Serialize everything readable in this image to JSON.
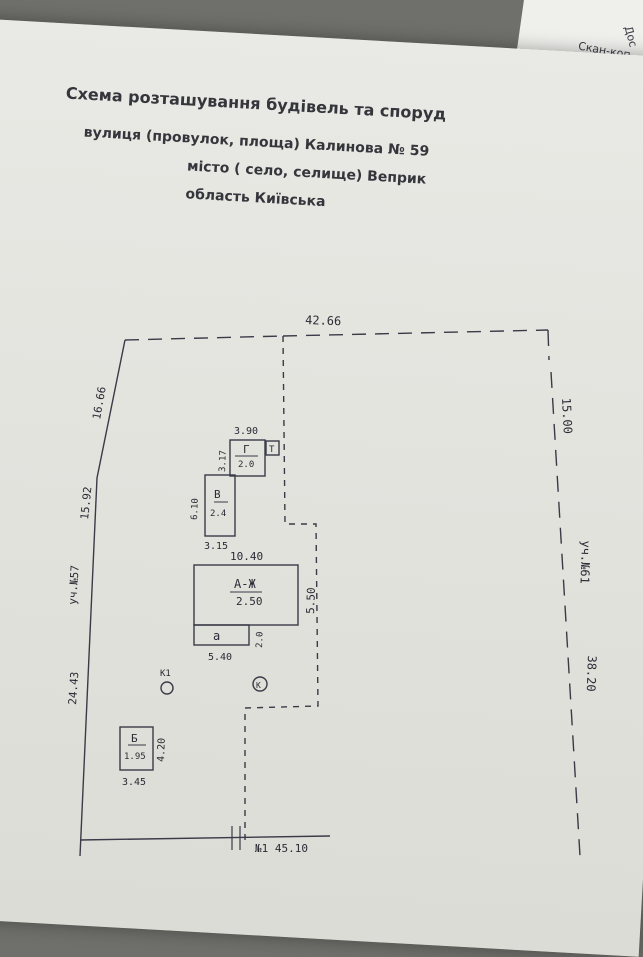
{
  "header": {
    "title": "Схема  розташування будівель та споруд",
    "street": "вулиця (провулок, площа) Калинова № 59",
    "city": "місто ( село, селище) Веприк",
    "region": "область  Київська"
  },
  "stamp": {
    "line1": "Скан-коп",
    "line2": "Дос"
  },
  "plan": {
    "boundary": {
      "top": "42.66",
      "left_upper": "16.66",
      "left_middle": "15.92",
      "left_lower": "24.43",
      "left_neighbor": "уч.№57",
      "right_upper": "15.00",
      "right_lower": "38.20",
      "right_neighbor": "уч.№61",
      "bottom": "№1  45.10"
    },
    "buildings": {
      "g": {
        "label": "Г",
        "height": "2.0",
        "width": "3.90",
        "depth": "3.17",
        "extra": "Т"
      },
      "v": {
        "label": "В",
        "height": "2.4",
        "width": "3.15",
        "depth": "6.10"
      },
      "a": {
        "label": "А-Ж",
        "height": "2.50",
        "width": "10.40",
        "depth": "5.50"
      },
      "porch": {
        "label": "а",
        "width": "5.40",
        "depth": "2.0"
      },
      "b": {
        "label": "Б",
        "height": "1.95",
        "width": "3.45",
        "depth": "4.20"
      }
    },
    "well_label": "К1",
    "well2_label": "К"
  }
}
